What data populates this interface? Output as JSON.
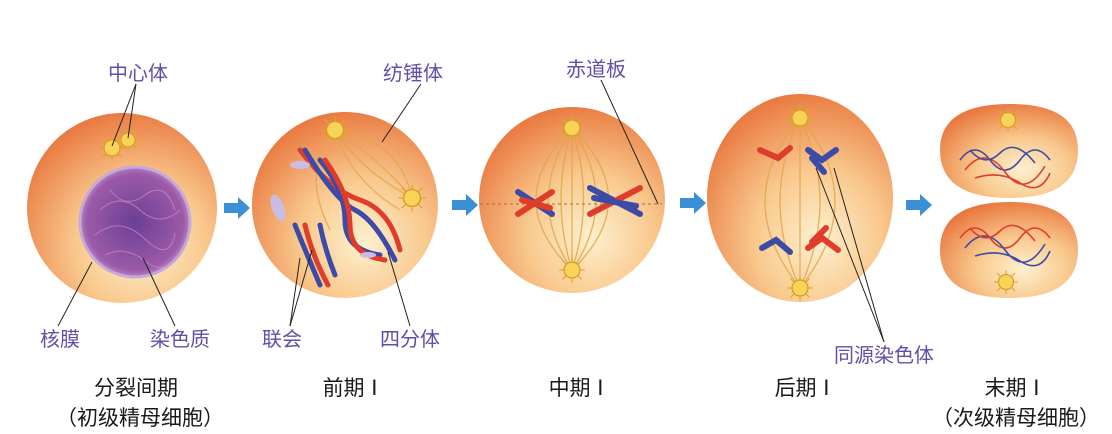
{
  "labels": {
    "centrosome": "中心体",
    "spindle": "纺锤体",
    "equatorial_plate": "赤道板",
    "nuclear_membrane": "核膜",
    "chromatin": "染色质",
    "synapsis": "联会",
    "tetrad": "四分体",
    "homologous_chromosomes": "同源染色体"
  },
  "captions": {
    "interphase": "分裂间期",
    "interphase_note": "（初级精母细胞）",
    "prophase": "前期 I",
    "metaphase": "中期 I",
    "anaphase": "后期 I",
    "telophase": "末期 I",
    "telophase_note": "（次级精母细胞）"
  },
  "colors": {
    "cell_orange": "#ec7a3c",
    "cell_light": "#fbe2b4",
    "nucleus": "#8a4a9e",
    "chromosome_red": "#e03c2c",
    "chromosome_blue": "#3c4aa8",
    "spindle_fiber": "#e8a63a",
    "arrow": "#3a8fd6",
    "label_text": "#5b52a8"
  },
  "icons": [
    "arrow-right-icon",
    "centrosome-icon"
  ]
}
